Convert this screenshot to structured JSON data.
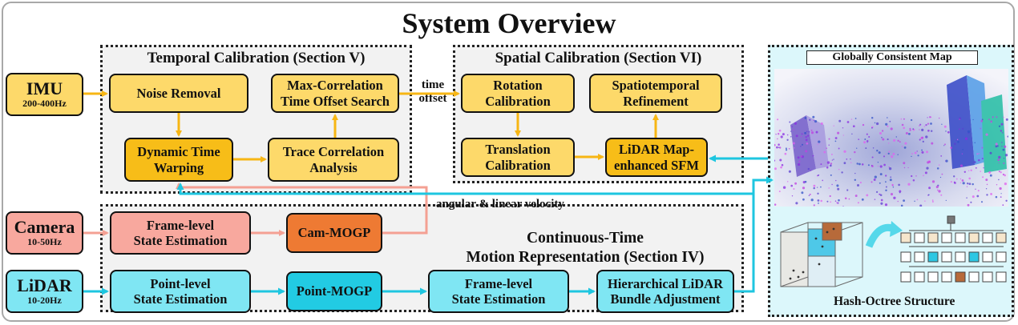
{
  "title": "System Overview",
  "regions": {
    "temporal": "Temporal Calibration (Section V)",
    "spatial": "Spatial Calibration (Section VI)",
    "continuous": "Continuous-Time\nMotion Representation (Section IV)",
    "map_panel": "Globally Consistent Map",
    "octree_caption": "Hash-Octree Structure"
  },
  "sensors": {
    "imu": {
      "name": "IMU",
      "rate": "200-400Hz"
    },
    "camera": {
      "name": "Camera",
      "rate": "10-50Hz"
    },
    "lidar": {
      "name": "LiDAR",
      "rate": "10-20Hz"
    }
  },
  "boxes": {
    "noise_removal": "Noise Removal",
    "max_correlation": "Max-Correlation\nTime Offset Search",
    "dtw": "Dynamic Time\nWarping",
    "trace_correlation": "Trace Correlation\nAnalysis",
    "rotation": "Rotation\nCalibration",
    "spatiotemporal": "Spatiotemporal\nRefinement",
    "translation": "Translation\nCalibration",
    "lidar_sfm": "LiDAR Map-\nenhanced SFM",
    "cam_frame": "Frame-level\nState Estimation",
    "cam_mogp": "Cam-MOGP",
    "lidar_point": "Point-level\nState Estimation",
    "point_mogp": "Point-MOGP",
    "lidar_frame": "Frame-level\nState Estimation",
    "hba": "Hierarchical LiDAR\nBundle Adjustment"
  },
  "labels": {
    "time_offset": "time\noffset",
    "velocity": "angular & linear velocity"
  },
  "colors": {
    "yellow": "#fdd96a",
    "orange": "#f7bd18",
    "pink": "#f8a89e",
    "dark_orange": "#ee7a33",
    "cyan": "#7fe6f3",
    "dark_cyan": "#22cbe3",
    "arrow_yellow": "#f7b614",
    "arrow_pink": "#f4a093",
    "arrow_cyan": "#1ec6e0",
    "panel_bg": "#dcf7fb"
  }
}
